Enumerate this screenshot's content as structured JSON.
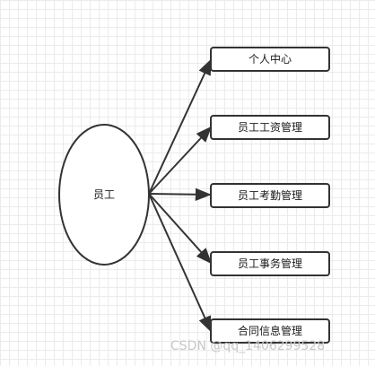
{
  "diagram": {
    "center_node": {
      "label": "员工"
    },
    "modules": [
      {
        "label": "个人中心"
      },
      {
        "label": "员工工资管理"
      },
      {
        "label": "员工考勤管理"
      },
      {
        "label": "员工事务管理"
      },
      {
        "label": "合同信息管理"
      }
    ]
  },
  "colors": {
    "stroke": "#333333",
    "grid": "#ebebeb",
    "watermark": "#c8c8c8"
  },
  "watermark": {
    "text": "CSDN @qq_1406299528"
  }
}
